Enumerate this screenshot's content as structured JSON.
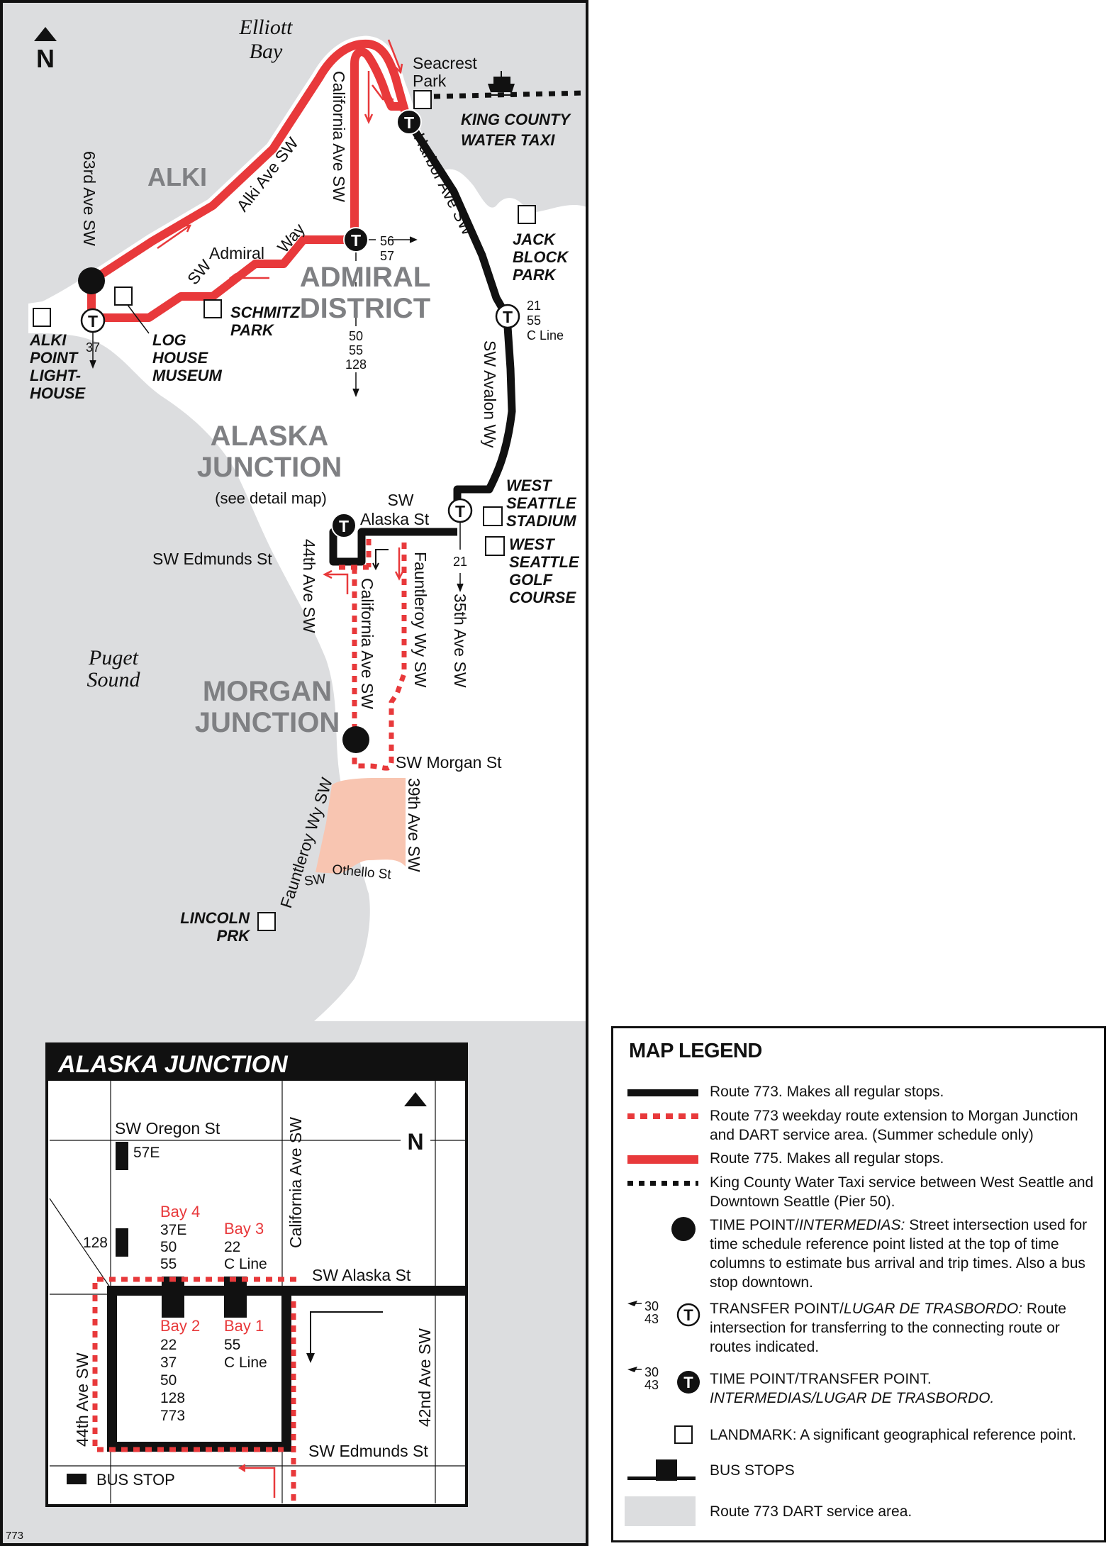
{
  "map": {
    "north_label": "N",
    "water": {
      "elliott_bay": [
        "Elliott",
        "Bay"
      ],
      "puget_sound": [
        "Puget",
        "Sound"
      ]
    },
    "neighborhoods": {
      "alki": "ALKI",
      "admiral": [
        "ADMIRAL",
        "DISTRICT"
      ],
      "alaska_junction": [
        "ALASKA",
        "JUNCTION"
      ],
      "alaska_junction_note": "(see detail map)",
      "morgan_junction": [
        "MORGAN",
        "JUNCTION"
      ]
    },
    "streets": {
      "alki_ave": "Alki Ave SW",
      "sw_63rd": "63rd Ave SW",
      "california_north": "California Ave SW",
      "harbor_ave": "Harbor Ave SW",
      "sw_admiral_sw": "SW",
      "sw_admiral_admiral": "Admiral",
      "sw_admiral_way": "Way",
      "sw_avalon": "SW Avalon Wy",
      "sw_alaska_1": "SW",
      "sw_alaska_2": "Alaska St",
      "sw_edmunds": "SW Edmunds St",
      "ave_44th": "44th Ave SW",
      "california_south": "California Ave SW",
      "fauntleroy_north": "Fauntleroy Wy SW",
      "ave_35th": "35th Ave SW",
      "sw_morgan": "SW Morgan St",
      "fauntleroy_south": "Fauntleroy Wy SW",
      "ave_39th": "39th Ave SW",
      "sw_othello_sw": "SW",
      "sw_othello": "Othello St"
    },
    "landmarks": {
      "seacrest": [
        "Seacrest",
        "Park"
      ],
      "water_taxi": [
        "KING COUNTY",
        "WATER TAXI"
      ],
      "jack_block": [
        "JACK",
        "BLOCK",
        "PARK"
      ],
      "schmitz": [
        "SCHMITZ",
        "PARK"
      ],
      "log_house": [
        "LOG",
        "HOUSE",
        "MUSEUM"
      ],
      "alki_lighthouse": [
        "ALKI",
        "POINT",
        "LIGHT-",
        "HOUSE"
      ],
      "ws_stadium": [
        "WEST",
        "SEATTLE",
        "STADIUM"
      ],
      "ws_golf": [
        "WEST",
        "SEATTLE",
        "GOLF",
        "COURSE"
      ],
      "lincoln": [
        "LINCOLN",
        "PRK"
      ]
    },
    "transfers": {
      "alki_t": [
        "37"
      ],
      "admiral_east": [
        "56",
        "57"
      ],
      "admiral_south": [
        "50",
        "55",
        "128"
      ],
      "avalon": [
        "21",
        "55",
        "C Line"
      ],
      "stadium": [
        "21"
      ]
    },
    "t_glyph": "T",
    "page_code": "773",
    "colors": {
      "route_773": "#111111",
      "route_775": "#e8393b",
      "water": "#dcdddf",
      "dart_area": "#f8c5b1"
    }
  },
  "inset": {
    "title": "ALASKA JUNCTION",
    "north_label": "N",
    "streets": {
      "oregon": "SW Oregon St",
      "california": "California Ave SW",
      "alaska": "SW Alaska St",
      "ave_44th": "44th Ave SW",
      "ave_42nd": "42nd Ave SW",
      "edmunds": "SW Edmunds St"
    },
    "stop_57e": "57E",
    "stop_128": "128",
    "bays": [
      {
        "name": "Bay 4",
        "routes": [
          "37E",
          "50",
          "55"
        ]
      },
      {
        "name": "Bay 3",
        "routes": [
          "22",
          "C Line"
        ]
      },
      {
        "name": "Bay 2",
        "routes": [
          "22",
          "37",
          "50",
          "128",
          "773"
        ]
      },
      {
        "name": "Bay 1",
        "routes": [
          "55",
          "C Line"
        ]
      }
    ],
    "bus_stop_key": "BUS STOP"
  },
  "legend": {
    "title": "MAP LEGEND",
    "items": [
      {
        "text": "Route 773. Makes all regular stops."
      },
      {
        "text": "Route 773 weekday route extension to Morgan Junction and DART service area. (Summer schedule only)"
      },
      {
        "text": "Route 775. Makes all regular stops."
      },
      {
        "text": "King County Water Taxi service between West Seattle and Downtown Seattle (Pier 50)."
      },
      {
        "lead": "TIME POINT/",
        "lead_italic": "INTERMEDIAS:",
        "text": " Street intersection used for time schedule reference point listed at the top of time columns to estimate bus arrival and trip times. Also a bus stop downtown."
      },
      {
        "lead": "TRANSFER POINT/",
        "lead_italic": "LUGAR DE TRASBORDO:",
        "text": " Route intersection for transferring to the connecting route or routes indicated."
      },
      {
        "lead": "TIME POINT/TRANSFER POINT.",
        "line2_italic": "INTERMEDIAS/LUGAR DE TRASBORDO."
      },
      {
        "text": "LANDMARK: A significant geographical reference point."
      },
      {
        "text": "BUS STOPS"
      },
      {
        "text": "Route 773 DART service area."
      }
    ],
    "symbol_routes": [
      "30",
      "43"
    ]
  }
}
